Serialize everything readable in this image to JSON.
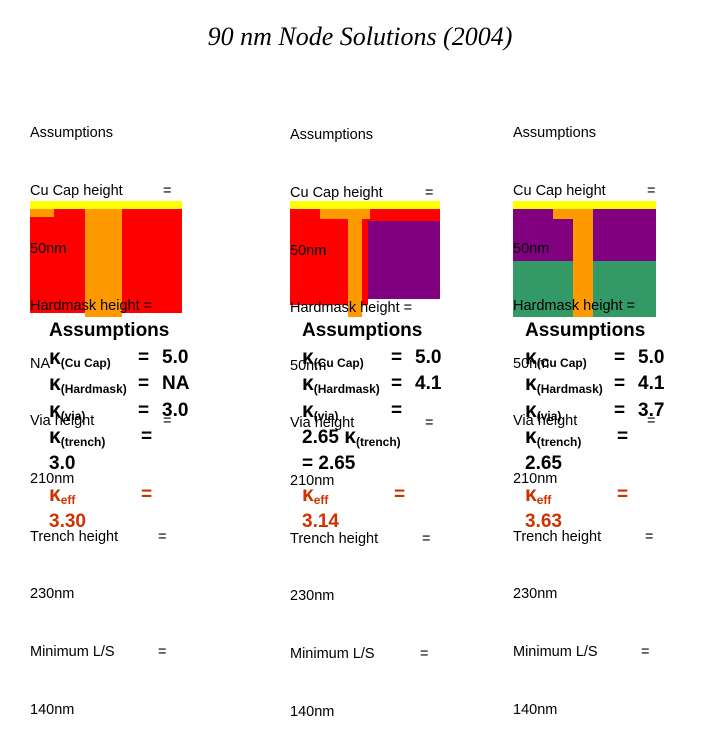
{
  "title": "90 nm Node Solutions (2004)",
  "assumption_text": {
    "heading": "Assumptions",
    "cu_cap": "Cu Cap height",
    "cu_cap_val": "50nm",
    "hardmask": "Hardmask height =",
    "via": "Via height",
    "via_val": "210nm",
    "trench": "Trench height",
    "trench_val": "230nm",
    "min_ls": "Minimum L/S",
    "min_ls_val": "140nm",
    "eq": "="
  },
  "panels": [
    {
      "hardmask_val": "NA",
      "colors": {
        "dielectric_top": "#ff0000",
        "dielectric_bottom": "#ff0000",
        "cap": "#ffff00",
        "metal": "#ff9900"
      }
    },
    {
      "hardmask_val": "50nm",
      "colors": {
        "dielectric_top": "#800080",
        "dielectric_bottom": "#ff0000",
        "cap": "#ffff00",
        "metal": "#ff9900"
      }
    },
    {
      "hardmask_val": "50nm",
      "colors": {
        "dielectric_top": "#800080",
        "dielectric_bottom": "#339966",
        "cap": "#ffff00",
        "metal": "#ff9900"
      }
    }
  ],
  "k_heading": "Assumptions",
  "k_symbol": "κ",
  "k_labels": {
    "cu_cap": "(Cu Cap)",
    "hardmask": "(Hardmask)",
    "via": "(via)",
    "trench": "(trench)",
    "eff": "eff"
  },
  "k_values": [
    {
      "cu_cap": "5.0",
      "hardmask": "NA",
      "via": "3.0",
      "trench": "3.0",
      "eff": "3.30"
    },
    {
      "cu_cap": "5.0",
      "hardmask": "4.1",
      "via": "2.65",
      "trench": "2.65",
      "eff": "3.14"
    },
    {
      "cu_cap": "5.0",
      "hardmask": "4.1",
      "via": "3.7",
      "trench": "2.65",
      "eff": "3.63"
    }
  ]
}
